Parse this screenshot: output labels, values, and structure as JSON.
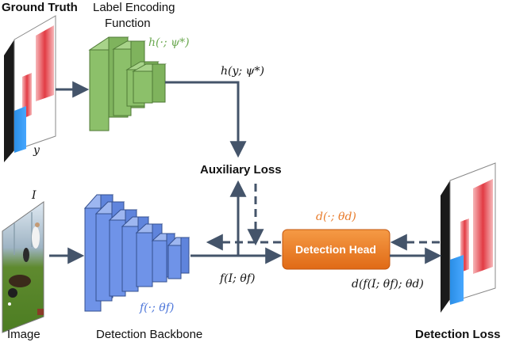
{
  "labels": {
    "ground_truth": "Ground Truth",
    "label_encoding_line1": "Label Encoding",
    "label_encoding_line2": "Function",
    "auxiliary_loss": "Auxiliary Loss",
    "image": "Image",
    "detection_backbone": "Detection Backbone",
    "detection_head": "Detection Head",
    "detection_loss": "Detection Loss"
  },
  "math": {
    "y": "y",
    "I": "I",
    "h_fn": "h(·; ψ*)",
    "h_out": "h(y; ψ*)",
    "f_fn": "f(·; θf)",
    "f_out": "f(I; θf)",
    "d_fn": "d(·; θd)",
    "d_out": "d(f(I; θf); θd)"
  },
  "colors": {
    "encoder_green": "#8cc06a",
    "backbone_blue": "#6f93e8",
    "head_orange": "#ee7d22",
    "arrow": "#44546a",
    "red_box": "#e8484f",
    "blue_box": "#2e8fe0"
  },
  "icons": {
    "ground_truth_map": "heatmap-card",
    "input_image": "photo-card",
    "prediction_map": "heatmap-card"
  }
}
